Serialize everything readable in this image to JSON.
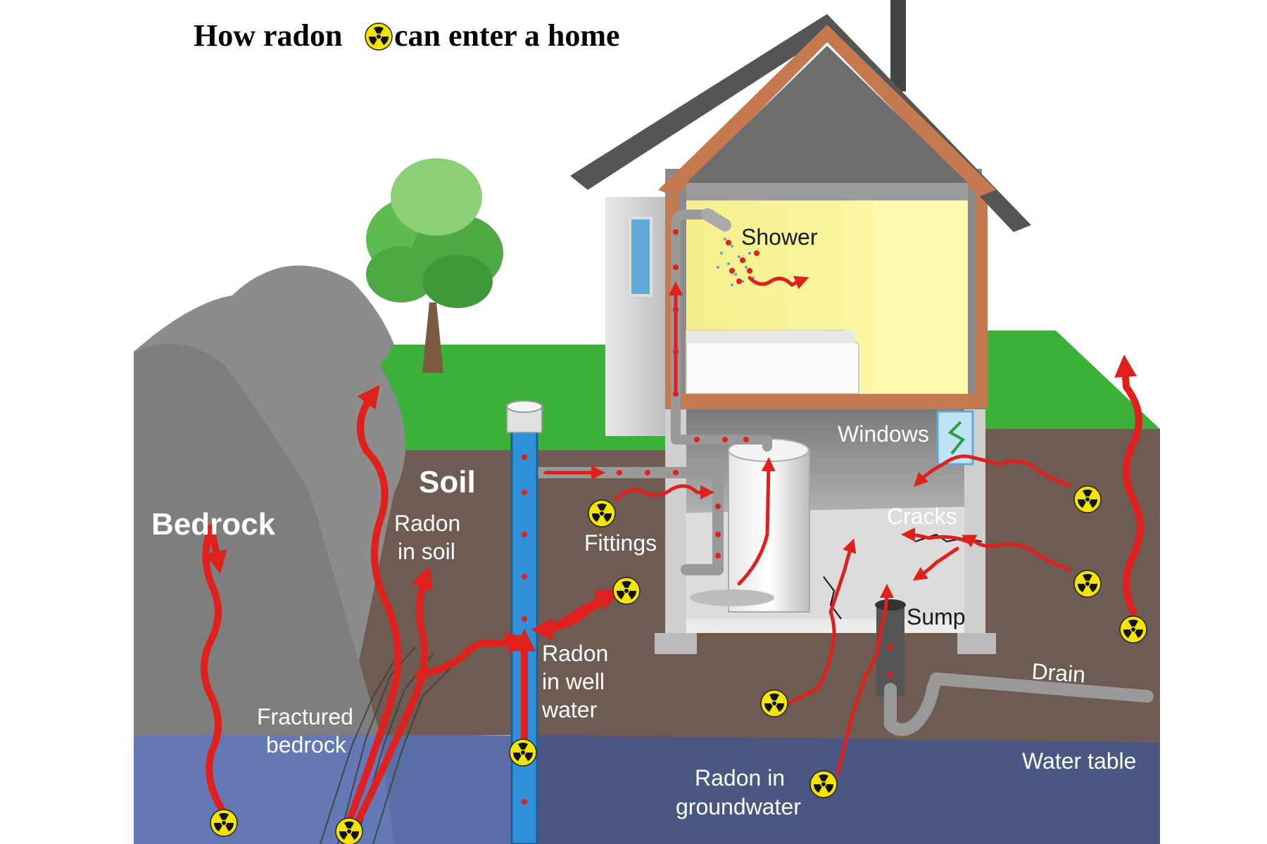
{
  "title": {
    "before": "How radon",
    "after": "can enter a home"
  },
  "labels": {
    "bedrock": "Bedrock",
    "soil": "Soil",
    "radon_in_soil_1": "Radon",
    "radon_in_soil_2": "in soil",
    "fittings": "Fittings",
    "radon_in_well_water_1": "Radon",
    "radon_in_well_water_2": "in well",
    "radon_in_well_water_3": "water",
    "fractured_bedrock_1": "Fractured",
    "fractured_bedrock_2": "bedrock",
    "shower": "Shower",
    "windows": "Windows",
    "cracks": "Cracks",
    "sump": "Sump",
    "drain": "Drain",
    "water_table": "Water table",
    "radon_in_groundwater_1": "Radon in",
    "radon_in_groundwater_2": "groundwater"
  },
  "colors": {
    "radon_arrow": "#e0201c",
    "radiation_symbol": "#f2e600",
    "soil": "#6e5c53",
    "bedrock": "#8c8c8c",
    "grass": "#3bb13a",
    "groundwater": "#5a6fa8",
    "well_pipe": "#2f8fd8",
    "house_interior": "#fdf9a8",
    "roof": "#555555",
    "trim": "#c47a4e"
  },
  "icons": {
    "radiation": "radiation-trefoil-icon",
    "tree": "tree-icon"
  }
}
